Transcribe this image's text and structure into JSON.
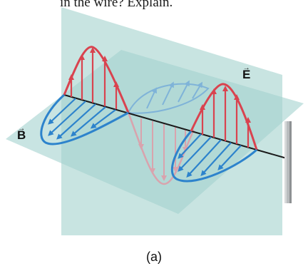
{
  "header_text": "in the wire? Explain.",
  "labels": {
    "e_field": "E",
    "b_field": "B"
  },
  "caption": "(a)",
  "colors": {
    "e_field": "#d9434f",
    "e_field_faded": "#d9a3ad",
    "b_field": "#2d83cc",
    "b_field_faded": "#7fb3d8",
    "plane": "#9bcdc9",
    "axis": "#1a1a1a",
    "wire": "#a8abad"
  }
}
